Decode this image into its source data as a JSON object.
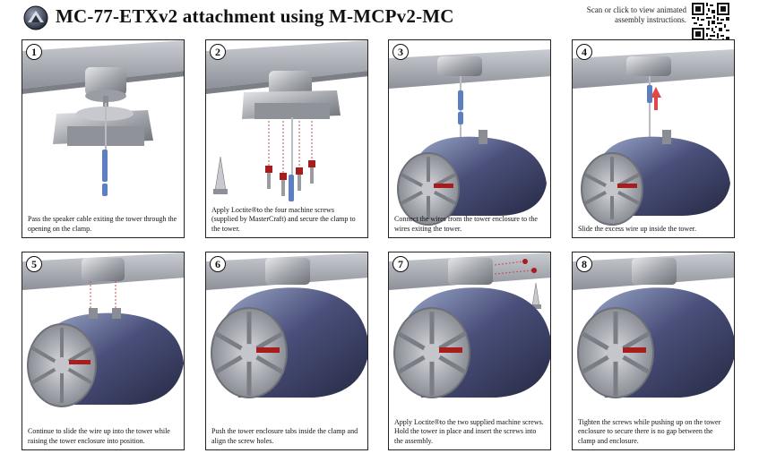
{
  "header": {
    "title": "MC-77-ETXv2 attachment using M-MCPv2-MC",
    "scan_text": "Scan or click to view animated assembly instructions."
  },
  "steps": [
    {
      "number": "1",
      "caption": "Pass the speaker cable exiting the tower through the opening on the clamp."
    },
    {
      "number": "2",
      "caption": "Apply Loctite®to the four machine screws (supplied by MasterCraft) and secure the clamp to the tower."
    },
    {
      "number": "3",
      "caption": "Connect the wires from the tower enclosure to the wires exiting the tower."
    },
    {
      "number": "4",
      "caption": "Slide the excess wire up inside the tower."
    },
    {
      "number": "5",
      "caption": "Continue to slide the wire up into the tower while raising the tower enclosure into position."
    },
    {
      "number": "6",
      "caption": "Push the tower enclosure tabs inside the clamp and align the screw holes."
    },
    {
      "number": "7",
      "caption": "Apply Loctite®to the two supplied machine screws.  Hold the tower in place and insert the screws into the assembly."
    },
    {
      "number": "8",
      "caption": "Tighten the screws while pushing up on the tower enclosure to secure there is no gap between the clamp and enclosure."
    }
  ],
  "icons": {
    "logo": "jl-audio-logo-icon",
    "qr": "qr-code-icon",
    "tube": "loctite-tube-icon",
    "arrow": "up-arrow-icon"
  },
  "colors": {
    "arrow": "#e04848",
    "speaker_body": "#4a4f7a",
    "cable": "#5b7fc0",
    "screw_head": "#a81c1c"
  }
}
